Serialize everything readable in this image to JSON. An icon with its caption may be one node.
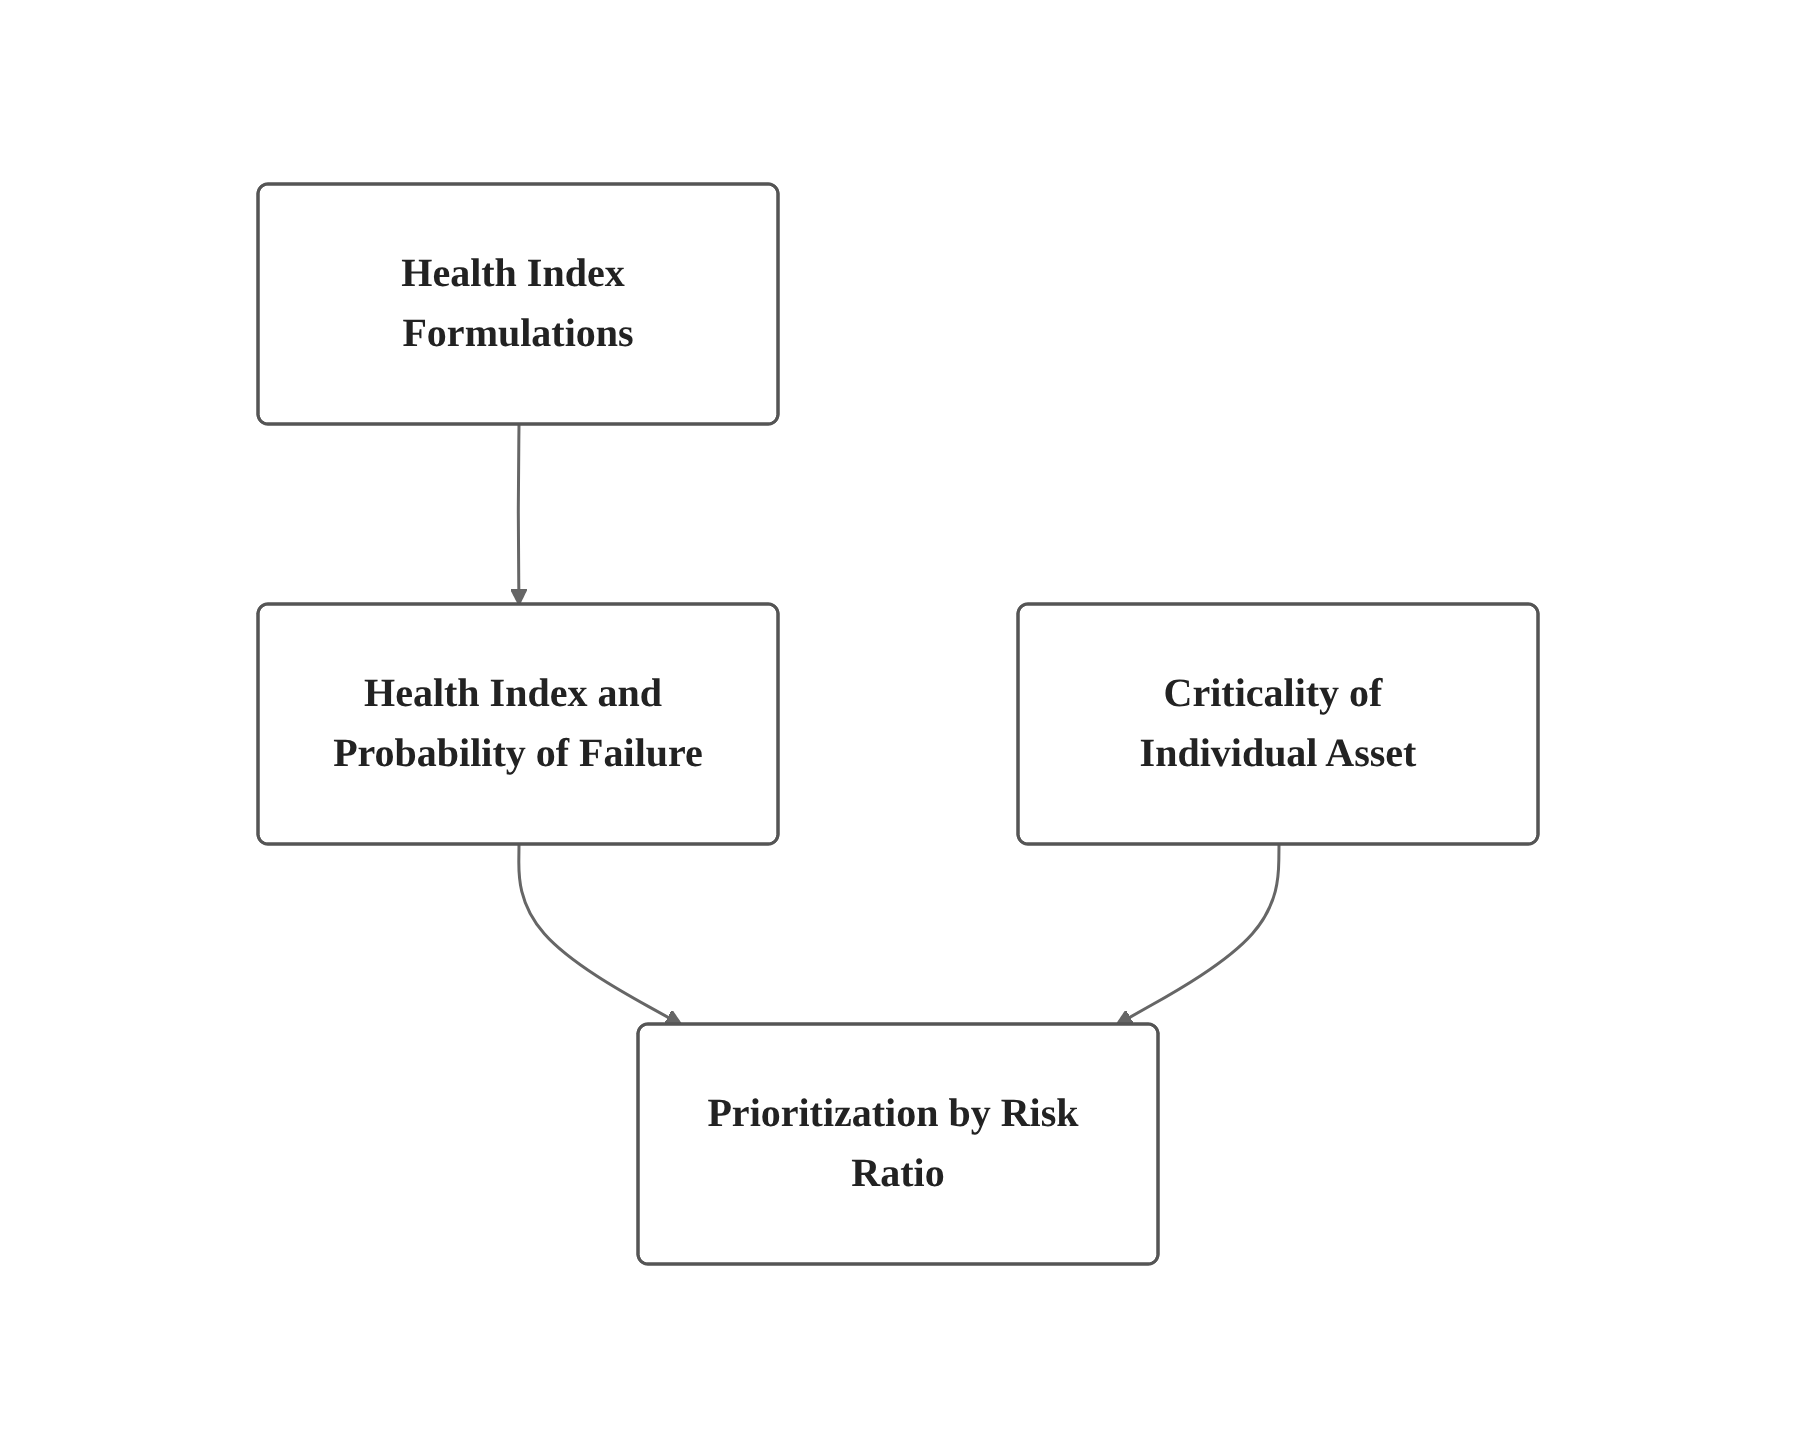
{
  "diagram": {
    "nodes": [
      {
        "text": [
          "Health Index Formulations"
        ]
      },
      {
        "text": [
          "Health Index and Probability of Failure"
        ]
      },
      {
        "text": [
          "Criticality of Individual Asset"
        ]
      },
      {
        "text": [
          "Prioritization by Risk Ratio"
        ]
      }
    ],
    "edges": [
      {
        "from": 0,
        "to": 1,
        "arrow": "to"
      },
      {
        "from": 1,
        "to": 3,
        "arrow": "to"
      },
      {
        "from": 2,
        "to": 3,
        "arrow": "to"
      }
    ]
  }
}
